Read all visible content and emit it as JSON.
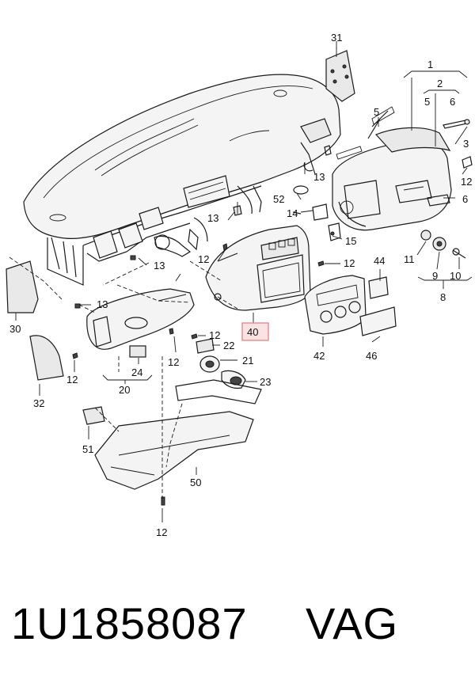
{
  "callouts": {
    "c31": "31",
    "c1": "1",
    "c2": "2",
    "c5": "5",
    "c6": "6",
    "c3": "3",
    "c5b": "5",
    "c13a": "13",
    "c52": "52",
    "c14": "14",
    "c15": "15",
    "c12a": "12",
    "c6b": "6",
    "c13b": "13",
    "c12b": "12",
    "c12c": "12",
    "c44": "44",
    "c11": "11",
    "c9": "9",
    "c10": "10",
    "c8": "8",
    "c13c": "13",
    "c30": "30",
    "c40": "40",
    "c42": "42",
    "c46": "46",
    "c12d": "12",
    "c22": "22",
    "c12e": "12",
    "c21": "21",
    "c24": "24",
    "c23": "23",
    "c12f": "12",
    "c20": "20",
    "c32": "32",
    "c51": "51",
    "c50": "50",
    "c12g": "12"
  },
  "highlight_color": "#e88a8a",
  "footer": {
    "part_number": "1U1858087",
    "brand": "VAG"
  }
}
